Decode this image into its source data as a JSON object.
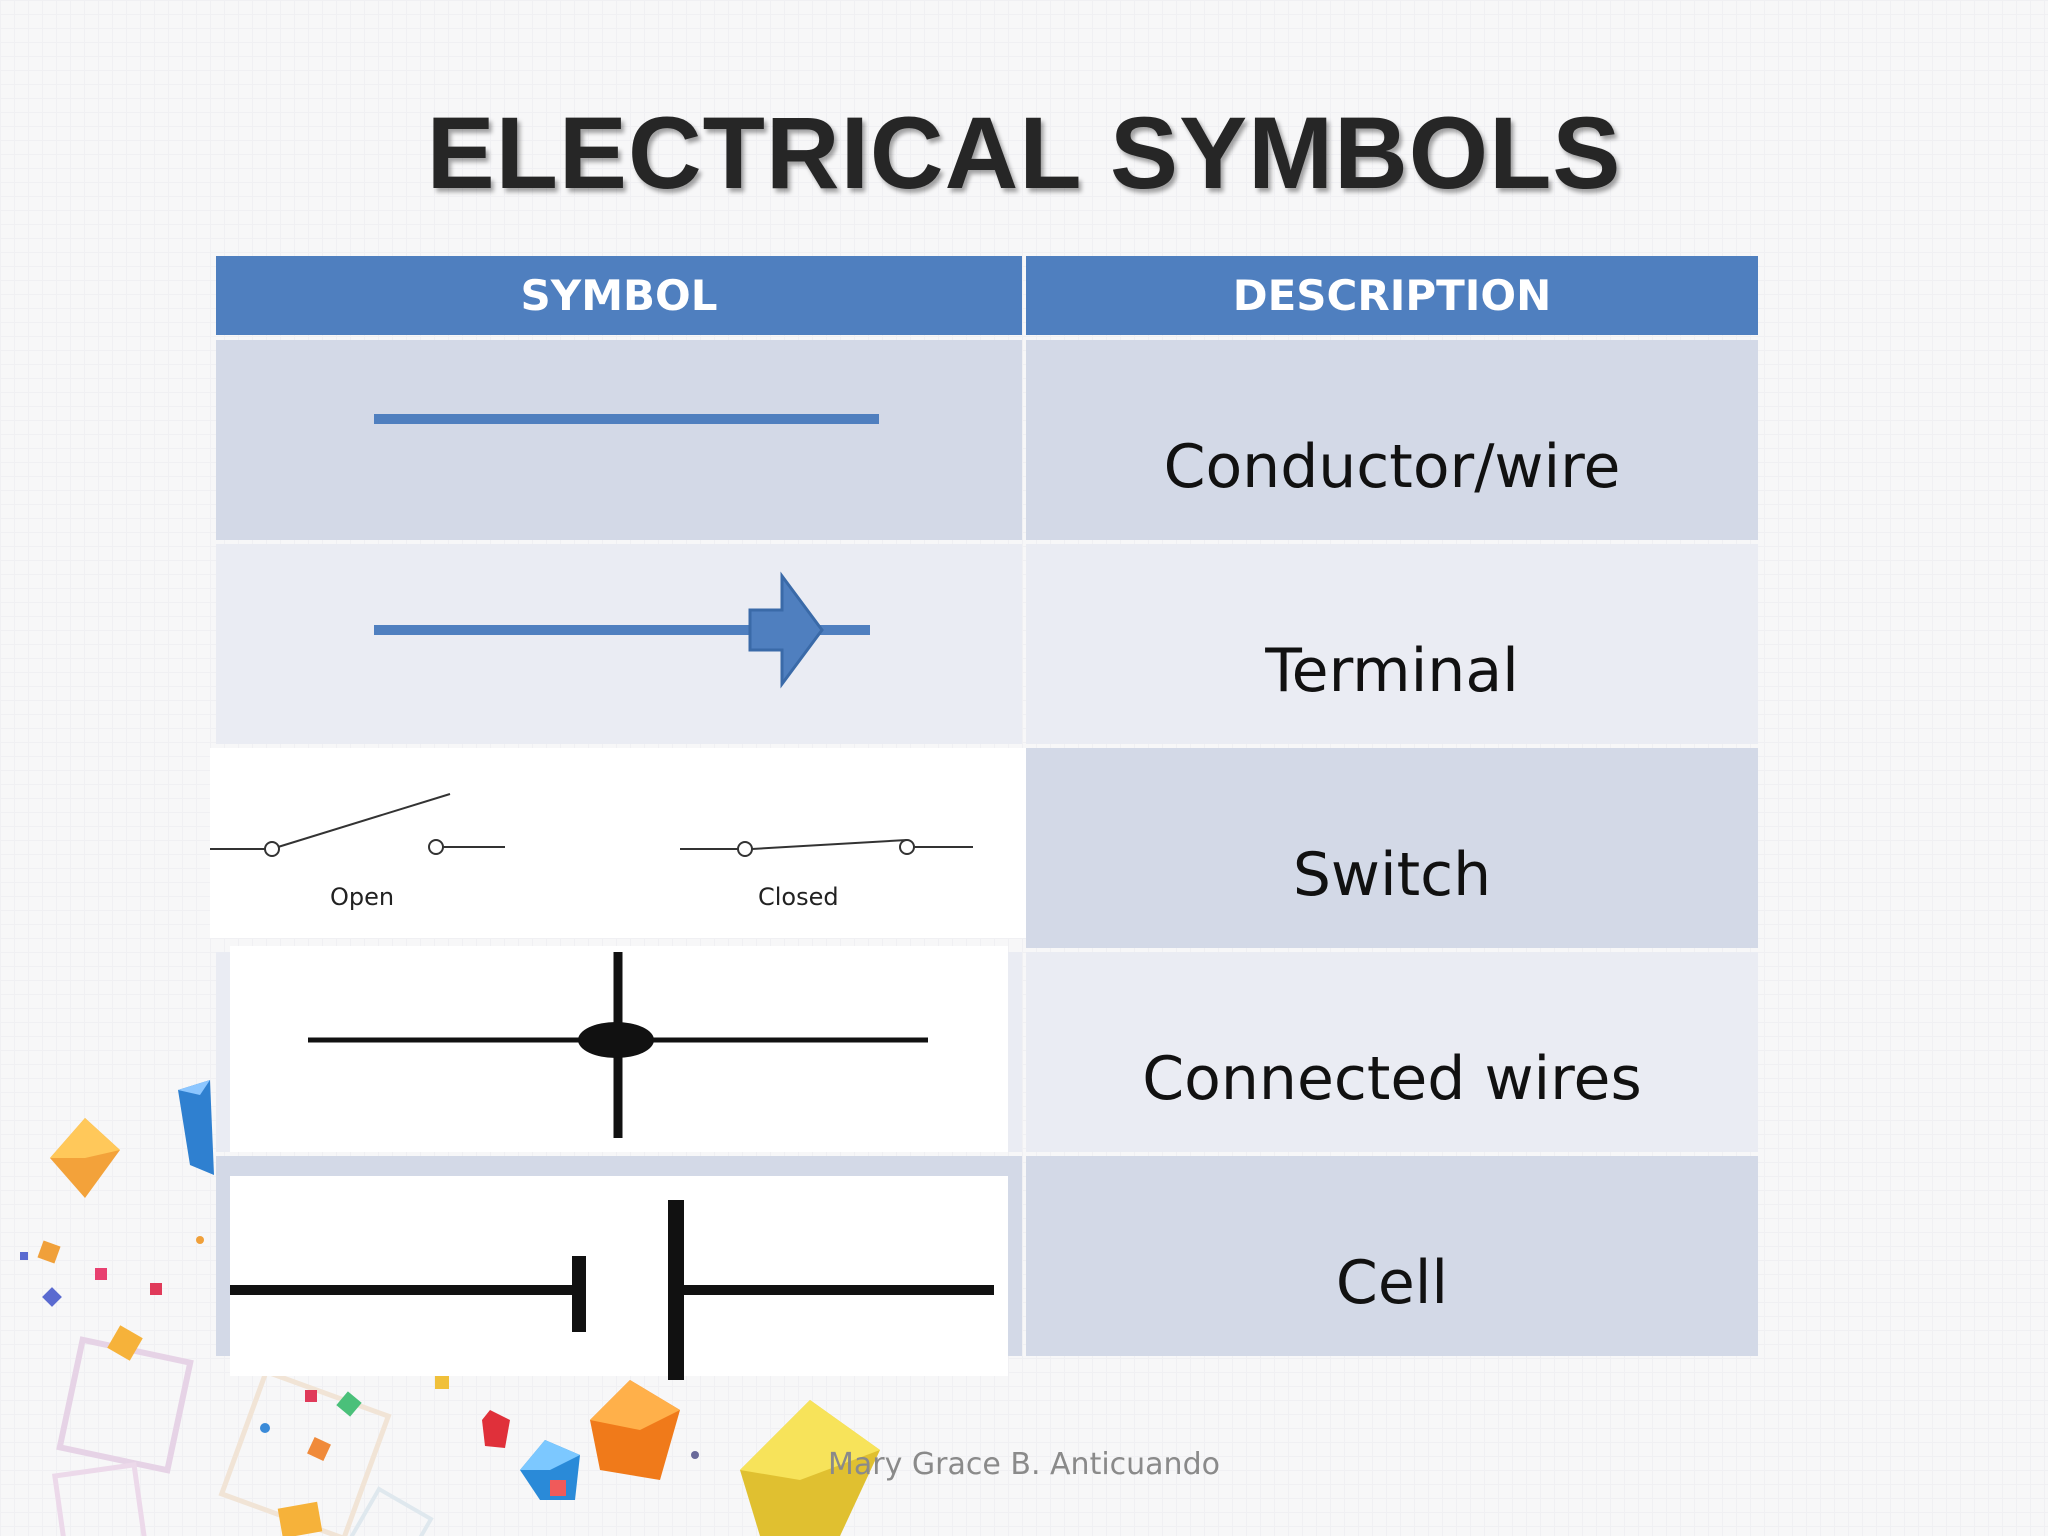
{
  "title": "ELECTRICAL SYMBOLS",
  "table": {
    "headers": [
      "SYMBOL",
      "DESCRIPTION"
    ],
    "rows": [
      {
        "symbol": "conductor-wire-symbol",
        "description": "Conductor/wire"
      },
      {
        "symbol": "terminal-symbol",
        "description": "Terminal"
      },
      {
        "symbol": "switch-symbol",
        "description": "Switch",
        "labels": [
          "Open",
          "Closed"
        ]
      },
      {
        "symbol": "connected-wires-symbol",
        "description": "Connected wires"
      },
      {
        "symbol": "cell-symbol",
        "description": "Cell"
      }
    ]
  },
  "footer": "Mary Grace B. Anticuando",
  "colors": {
    "header": "#4f7fbf",
    "row_dark": "#d3d9e7",
    "row_light": "#eaecf3",
    "wire_blue": "#4f7fbf"
  }
}
